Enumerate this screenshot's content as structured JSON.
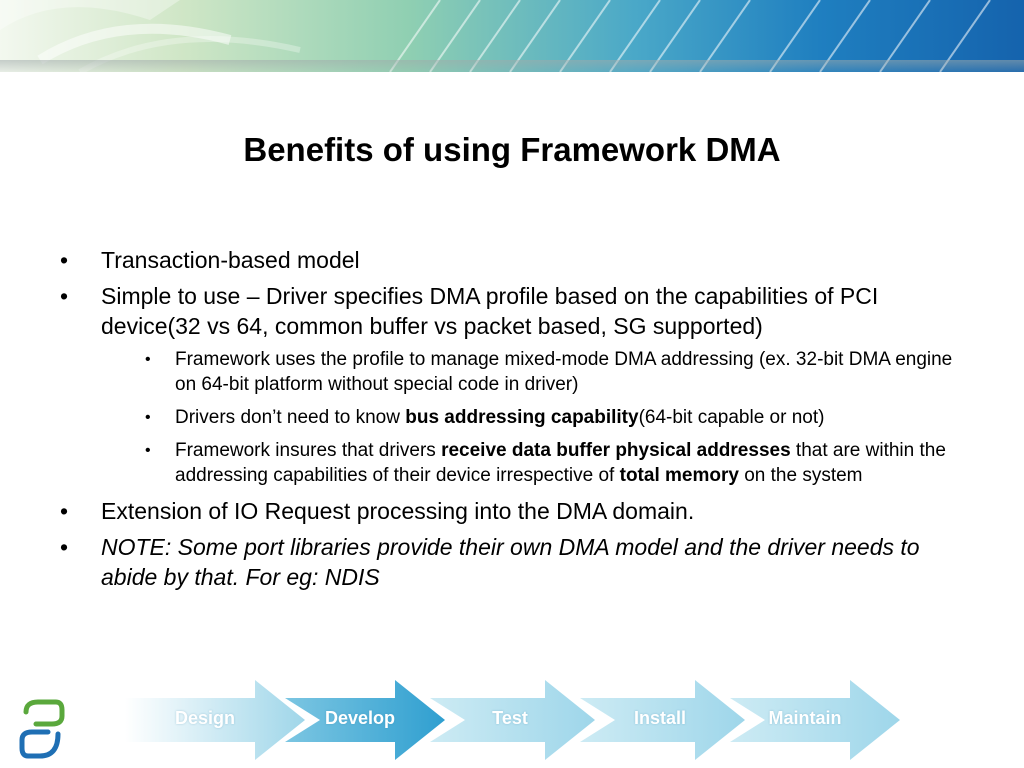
{
  "slide": {
    "title": "Benefits of using Framework DMA",
    "bullet_marker": "•",
    "bullets": [
      {
        "text": "Transaction-based model"
      },
      {
        "text": "Simple to use – Driver specifies DMA profile based on the capabilities of PCI device(32 vs 64, common buffer vs packet based, SG supported)"
      },
      {
        "text": "Extension of IO Request processing into the DMA domain."
      },
      {
        "text": "NOTE: Some port libraries provide their own DMA model and the driver needs to abide by that. For eg: NDIS"
      }
    ],
    "sub_bullets": [
      {
        "text": "Framework uses the profile to manage mixed-mode DMA addressing (ex. 32-bit DMA engine on 64-bit platform without special code in driver)"
      },
      {
        "before": "Drivers don’t need to know ",
        "bold": "bus addressing capability",
        "after": "(64-bit capable or not)"
      },
      {
        "before": "Framework insures that drivers ",
        "bold": "receive data buffer physical addresses",
        "middle": " that are within the addressing capabilities of their device irrespective of ",
        "bold2": "total memory",
        "after": " on the system"
      }
    ]
  },
  "flow": {
    "stages": [
      "Design",
      "Develop",
      "Test",
      "Install",
      "Maintain"
    ],
    "active_stage": "Develop",
    "colors": {
      "light": "#bfe4ef",
      "mid": "#8fd0e6",
      "active": "#33a7d3"
    }
  },
  "colors": {
    "banner_dark": "#1563ad",
    "banner_light": "#cfe6c6",
    "logo_green": "#5aa83c",
    "logo_blue": "#1f6fb4"
  }
}
